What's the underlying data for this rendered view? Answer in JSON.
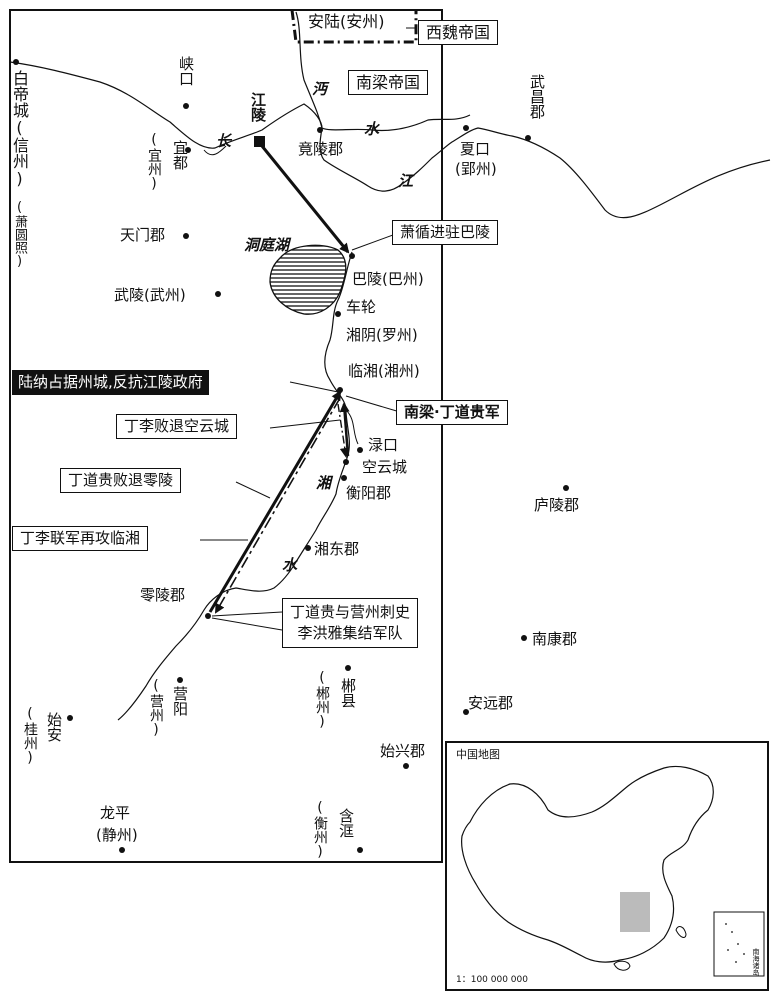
{
  "map_labels": {
    "anlu": "安陆(安州)",
    "xiwei": "西魏帝国",
    "nanliang_empire": "南梁帝国",
    "he": "沔",
    "shui_top": "水",
    "baidi": "白帝城(信州)",
    "xiaoyuan": "(萧圆照)",
    "xiakou_top": "峡口",
    "jiangling": "江陵",
    "chang": "长",
    "jiang": "江",
    "jingling": "竟陵郡",
    "wuchang": "武昌郡",
    "xiakou": "夏口",
    "yingzhou": "(郢州)",
    "yidu": "宜都",
    "yizhou": "(宜州)",
    "tianmen": "天门郡",
    "dongting": "洞庭湖",
    "wuling": "武陵(武州)",
    "baling": "巴陵(巴州)",
    "chelun": "车轮",
    "xiangyin": "湘阴(罗州)",
    "linxiang": "临湘(湘州)",
    "lukou": "渌口",
    "kongyun": "空云城",
    "hengyang": "衡阳郡",
    "xiang": "湘",
    "shui_bottom": "水",
    "xiangdong": "湘东郡",
    "luling": "庐陵郡",
    "lingling": "零陵郡",
    "nankang": "南康郡",
    "yingyang": "营阳",
    "yingzhou2": "(营州)",
    "chenxian": "郴县",
    "chenzhou": "(郴州)",
    "anyuan": "安远郡",
    "shian": "始安",
    "guizhou": "(桂州)",
    "shixing": "始兴郡",
    "longping": "龙平",
    "jingzhou": "(静州)",
    "hanhui": "含洭",
    "hengzhou": "(衡州)"
  },
  "callouts": {
    "xiao_xun": "萧循进驻巴陵",
    "lu_na": "陆纳占据州城,反抗江陵政府",
    "nanliang_ding": "南梁·丁道贵军",
    "ding_li_retreat": "丁李败退空云城",
    "ding_retreat": "丁道贵败退零陵",
    "ding_li_attack": "丁李联军再攻临湘",
    "ding_ying_line1": "丁道贵与营州刺史",
    "ding_ying_line2": "李洪雅集结军队"
  },
  "inset": {
    "title": "中国地图",
    "scale": "1：100 000 000",
    "south_sea": "南海诸岛"
  }
}
